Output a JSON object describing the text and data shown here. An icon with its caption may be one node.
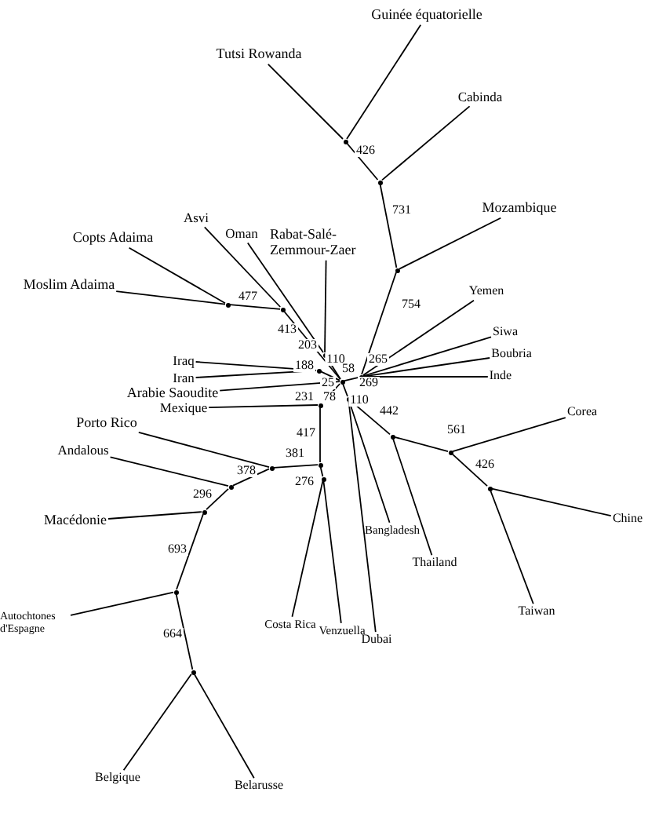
{
  "diagram": {
    "nodes": [
      {
        "text": [
          "Guinée équatorielle"
        ]
      },
      {
        "text": [
          "Tutsi Rowanda"
        ]
      },
      {
        "text": [
          "Cabinda"
        ]
      },
      {
        "text": [
          "Mozambique"
        ]
      },
      {
        "text": [
          "Asvi"
        ]
      },
      {
        "text": [
          "Rabat-Salé-Zemmour-Zaer"
        ]
      },
      {
        "text": [
          "Oman"
        ]
      },
      {
        "text": [
          "Copts Adaima"
        ]
      },
      {
        "text": [
          "Moslim Adaima"
        ]
      },
      {
        "text": [
          "Yemen"
        ]
      },
      {
        "text": [
          "Siwa"
        ]
      },
      {
        "text": [
          "Boubria"
        ]
      },
      {
        "text": [
          "Iraq"
        ]
      },
      {
        "text": [
          "Inde"
        ]
      },
      {
        "text": [
          "Iran"
        ]
      },
      {
        "text": [
          "Arabie Saoudite"
        ]
      },
      {
        "text": [
          "Mexique"
        ]
      },
      {
        "text": [
          "Corea"
        ]
      },
      {
        "text": [
          "Porto Rico"
        ]
      },
      {
        "text": [
          "Andalous"
        ]
      },
      {
        "text": [
          "Macédonie"
        ]
      },
      {
        "text": [
          "Chine"
        ]
      },
      {
        "text": [
          "Bangladesh"
        ]
      },
      {
        "text": [
          "Thailand"
        ]
      },
      {
        "text": [
          "Taiwan"
        ]
      },
      {
        "text": [
          "Autochtones d'Espagne"
        ]
      },
      {
        "text": [
          "Costa Rica"
        ]
      },
      {
        "text": [
          "Venzuella"
        ]
      },
      {
        "text": [
          "Dubai"
        ]
      },
      {
        "text": [
          "Belgique"
        ]
      },
      {
        "text": [
          "Belarusse"
        ]
      },
      {
        "text": [],
        "shape": "circle"
      },
      {
        "text": [],
        "shape": "circle"
      },
      {
        "text": [],
        "shape": "circle"
      },
      {
        "text": [],
        "shape": "circle"
      },
      {
        "text": [],
        "shape": "circle"
      },
      {
        "text": [],
        "shape": "circle"
      },
      {
        "text": [],
        "shape": "circle"
      },
      {
        "text": [],
        "shape": "circle"
      },
      {
        "text": [],
        "shape": "circle"
      },
      {
        "text": [],
        "shape": "circle"
      },
      {
        "text": [],
        "shape": "circle"
      },
      {
        "text": [],
        "shape": "circle"
      },
      {
        "text": [],
        "shape": "circle"
      },
      {
        "text": [],
        "shape": "circle"
      },
      {
        "text": [],
        "shape": "circle"
      },
      {
        "text": [],
        "shape": "circle"
      },
      {
        "text": [],
        "shape": "circle"
      },
      {
        "text": [],
        "shape": "circle"
      },
      {
        "text": [],
        "shape": "circle"
      },
      {
        "text": [],
        "shape": "circle"
      },
      {
        "text": [],
        "shape": "circle"
      }
    ],
    "edges": [
      {
        "from": 31,
        "to": 1,
        "arrow": "none"
      },
      {
        "from": 31,
        "to": 0,
        "arrow": "none"
      },
      {
        "from": 31,
        "to": 32,
        "arrow": "none"
      },
      {
        "from": 32,
        "to": 2,
        "arrow": "none"
      },
      {
        "from": 32,
        "to": 33,
        "arrow": "none"
      },
      {
        "from": 33,
        "to": 3,
        "arrow": "none"
      },
      {
        "from": 33,
        "to": 38,
        "arrow": "none"
      },
      {
        "from": 34,
        "to": 7,
        "arrow": "none"
      },
      {
        "from": 34,
        "to": 8,
        "arrow": "none"
      },
      {
        "from": 34,
        "to": 35,
        "arrow": "none"
      },
      {
        "from": 35,
        "to": 4,
        "arrow": "none"
      },
      {
        "from": 35,
        "to": 39,
        "arrow": "none"
      },
      {
        "from": 36,
        "to": 6,
        "arrow": "none"
      },
      {
        "from": 36,
        "to": 5,
        "arrow": "none"
      },
      {
        "from": 36,
        "to": 39,
        "arrow": "none"
      },
      {
        "from": 37,
        "to": 12,
        "arrow": "none"
      },
      {
        "from": 37,
        "to": 14,
        "arrow": "none"
      },
      {
        "from": 37,
        "to": 39,
        "arrow": "none"
      },
      {
        "from": 39,
        "to": 15,
        "arrow": "none"
      },
      {
        "from": 39,
        "to": 38,
        "arrow": "none"
      },
      {
        "from": 38,
        "to": 9,
        "arrow": "none"
      },
      {
        "from": 38,
        "to": 10,
        "arrow": "none"
      },
      {
        "from": 38,
        "to": 11,
        "arrow": "none"
      },
      {
        "from": 38,
        "to": 13,
        "arrow": "none"
      },
      {
        "from": 39,
        "to": 41,
        "arrow": "none"
      },
      {
        "from": 41,
        "to": 16,
        "arrow": "none"
      },
      {
        "from": 41,
        "to": 44,
        "arrow": "none"
      },
      {
        "from": 39,
        "to": 40,
        "arrow": "none"
      },
      {
        "from": 40,
        "to": 28,
        "arrow": "none"
      },
      {
        "from": 40,
        "to": 22,
        "arrow": "none"
      },
      {
        "from": 40,
        "to": 42,
        "arrow": "none"
      },
      {
        "from": 42,
        "to": 23,
        "arrow": "none"
      },
      {
        "from": 42,
        "to": 43,
        "arrow": "none"
      },
      {
        "from": 43,
        "to": 17,
        "arrow": "none"
      },
      {
        "from": 43,
        "to": 48,
        "arrow": "none"
      },
      {
        "from": 48,
        "to": 21,
        "arrow": "none"
      },
      {
        "from": 48,
        "to": 24,
        "arrow": "none"
      },
      {
        "from": 44,
        "to": 45,
        "arrow": "none"
      },
      {
        "from": 44,
        "to": 46,
        "arrow": "none"
      },
      {
        "from": 46,
        "to": 26,
        "arrow": "none"
      },
      {
        "from": 46,
        "to": 27,
        "arrow": "none"
      },
      {
        "from": 45,
        "to": 18,
        "arrow": "none"
      },
      {
        "from": 45,
        "to": 47,
        "arrow": "none"
      },
      {
        "from": 47,
        "to": 19,
        "arrow": "none"
      },
      {
        "from": 47,
        "to": 49,
        "arrow": "none"
      },
      {
        "from": 49,
        "to": 20,
        "arrow": "none"
      },
      {
        "from": 49,
        "to": 50,
        "arrow": "none"
      },
      {
        "from": 50,
        "to": 25,
        "arrow": "none"
      },
      {
        "from": 50,
        "to": 51,
        "arrow": "none"
      },
      {
        "from": 51,
        "to": 29,
        "arrow": "none"
      },
      {
        "from": 51,
        "to": 30,
        "arrow": "none"
      }
    ],
    "labels": [
      "426",
      "731",
      "754",
      "477",
      "413",
      "203",
      "110",
      "265",
      "58",
      "188",
      "25",
      "269",
      "78",
      "110",
      "231",
      "442",
      "561",
      "417",
      "381",
      "378",
      "276",
      "426",
      "296",
      "693",
      "664"
    ]
  }
}
